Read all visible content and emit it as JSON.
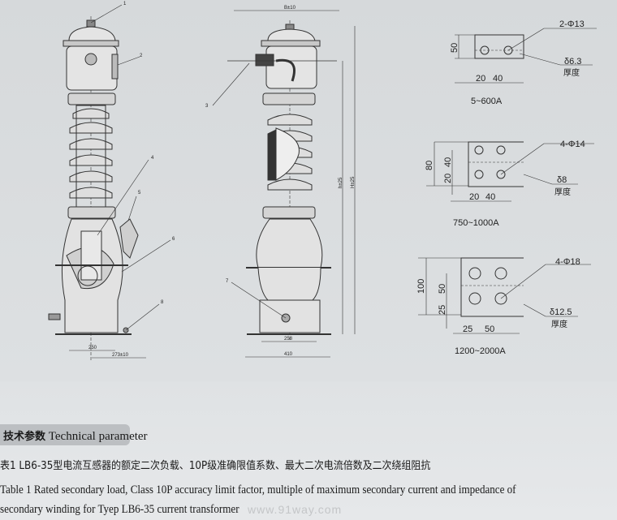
{
  "drawing": {
    "callouts": [
      "1",
      "2",
      "3",
      "4",
      "5",
      "6",
      "7",
      "8"
    ],
    "left_view": {
      "dim_base": "250",
      "dim_offset": "273±10"
    },
    "right_view": {
      "dim_width_top": "B±10",
      "dim_base_inner": "258",
      "dim_base_outer": "410",
      "dim_h": "h±25",
      "dim_H": "H±25"
    }
  },
  "terminals": [
    {
      "range": "5~600A",
      "holes": "2-Φ13",
      "thickness": "δ6.3",
      "thickness_label": "厚度",
      "dims": [
        "50",
        "20",
        "40"
      ]
    },
    {
      "range": "750~1000A",
      "holes": "4-Φ14",
      "thickness": "δ8",
      "thickness_label": "厚度",
      "dims": [
        "80",
        "40",
        "20",
        "20",
        "40"
      ]
    },
    {
      "range": "1200~2000A",
      "holes": "4-Φ18",
      "thickness": "δ12.5",
      "thickness_label": "厚度",
      "dims": [
        "100",
        "50",
        "25",
        "25",
        "50"
      ]
    }
  ],
  "section": {
    "title_cn": "技术参数",
    "title_en": "Technical parameter"
  },
  "table_caption": {
    "cn": "表1 LB6-35型电流互感器的额定二次负载、10P级准确限值系数、最大二次电流倍数及二次绕组阻抗",
    "en_line1": "Table 1 Rated secondary load, Class 10P accuracy limit factor, multiple of maximum secondary current and impedance of",
    "en_line2": "secondary winding for Tyep LB6-35 current transformer"
  },
  "watermark": "www.91way.com"
}
